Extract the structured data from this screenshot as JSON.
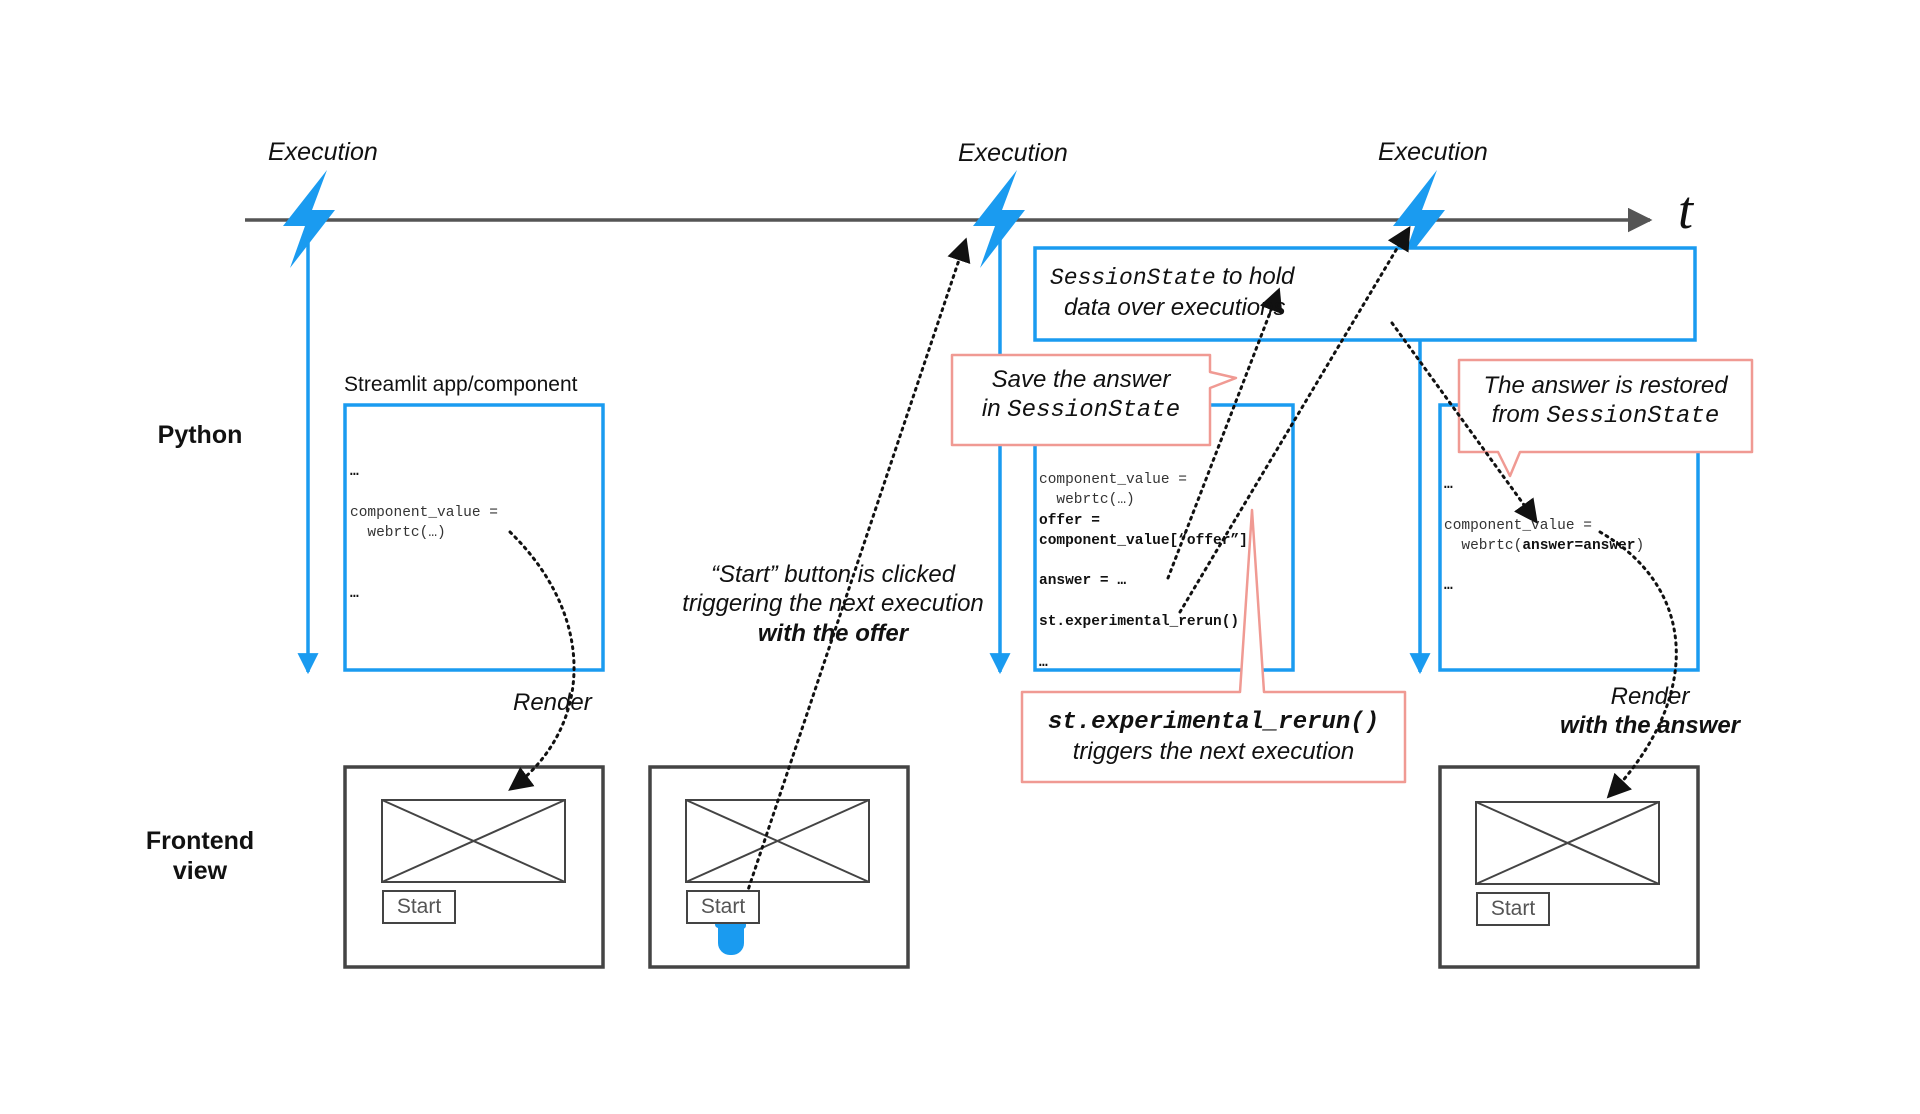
{
  "timeline": {
    "axis_label": "t",
    "executions": [
      "Execution",
      "Execution",
      "Execution"
    ]
  },
  "rows": {
    "python": "Python",
    "frontend_line1": "Frontend",
    "frontend_line2": "view"
  },
  "blocks": {
    "first": {
      "caption": "Streamlit app/component",
      "lines": [
        "…",
        "component_value =",
        "  webrtc(…)",
        "…"
      ]
    },
    "second": {
      "lines": [
        "component_value =",
        "  webrtc(…)",
        "offer =",
        "component_value[“offer”]",
        "answer = …",
        "st.experimental_rerun()",
        "…"
      ]
    },
    "third": {
      "lines": [
        "…",
        "component_value =",
        "  webrtc(",
        "answer=answer",
        ")",
        "…"
      ]
    }
  },
  "session_state": {
    "name": "SessionState",
    "line1_rest": " to hold",
    "line2": "data over executions"
  },
  "callouts": {
    "save": {
      "line1": "Save the answer",
      "line2_prefix": "in ",
      "line2_code": "SessionState"
    },
    "restore": {
      "line1": "The answer is restored",
      "line2_prefix": "from ",
      "line2_code": "SessionState"
    },
    "rerun": {
      "line1_code": "st.experimental_rerun()",
      "line2": "triggers the next execution"
    }
  },
  "notes": {
    "click_line1": "“Start” button is clicked",
    "click_line2": "triggering the next execution",
    "click_line3": "with the offer",
    "render1": "Render",
    "render2_line1": "Render",
    "render2_line2": "with the answer"
  },
  "frontend": {
    "button_label": "Start"
  },
  "colors": {
    "blue": "#1a9bf0",
    "pink": "#f09a93",
    "axis": "#555555",
    "frame": "#444444"
  }
}
